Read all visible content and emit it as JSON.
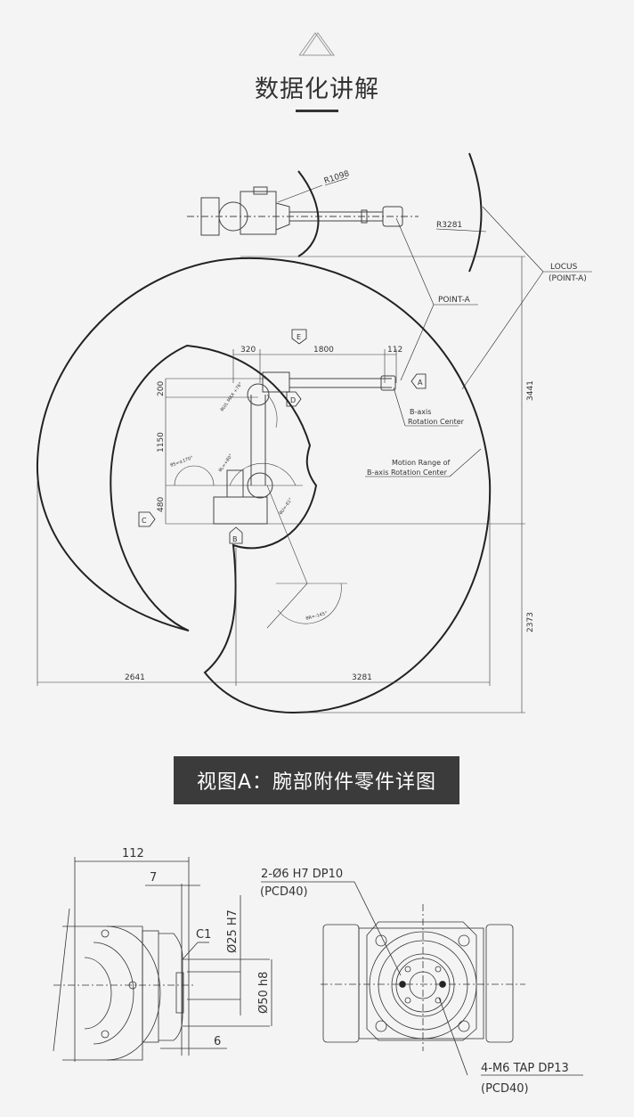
{
  "header": {
    "title": "数据化讲解",
    "icon": "triangle-icon"
  },
  "top_view": {
    "labels": {
      "r1098": "R1098",
      "r3281": "R3281",
      "locus": "LOCUS",
      "locus_sub": "(POINT-A)",
      "point_a": "POINT-A",
      "b_axis_1": "B-axis",
      "b_axis_2": "Rotation Center",
      "motion_1": "Motion Range of",
      "motion_2": "B-axis Rotation Center"
    },
    "dimensions": {
      "d320": "320",
      "d1800": "1800",
      "d112": "112",
      "d200": "200",
      "d1150": "1150",
      "d480": "480",
      "d3441": "3441",
      "d2373": "2373",
      "d2641": "2641",
      "d3281": "3281"
    },
    "view_markers": {
      "a": "A",
      "b": "B",
      "c": "C",
      "d": "D",
      "e": "E"
    },
    "angles": {
      "ul_max": "θU/L MAX +76°",
      "s": "θS=±170°",
      "l": "θL=+80°",
      "u": "θU=-61°",
      "r": "θR=-145°"
    }
  },
  "banner": {
    "label": "视图A：腕部附件零件详图"
  },
  "detail_view": {
    "dimensions": {
      "d112": "112",
      "d7": "7",
      "d6": "6",
      "c1": "C1",
      "phi25": "Ø25 H7",
      "phi50": "Ø50 h8"
    },
    "callouts": {
      "pin_holes": "2-Ø6 H7 DP10",
      "pin_holes_pcd": "(PCD40)",
      "tap_holes": "4-M6 TAP DP13",
      "tap_holes_pcd": "(PCD40)"
    }
  }
}
